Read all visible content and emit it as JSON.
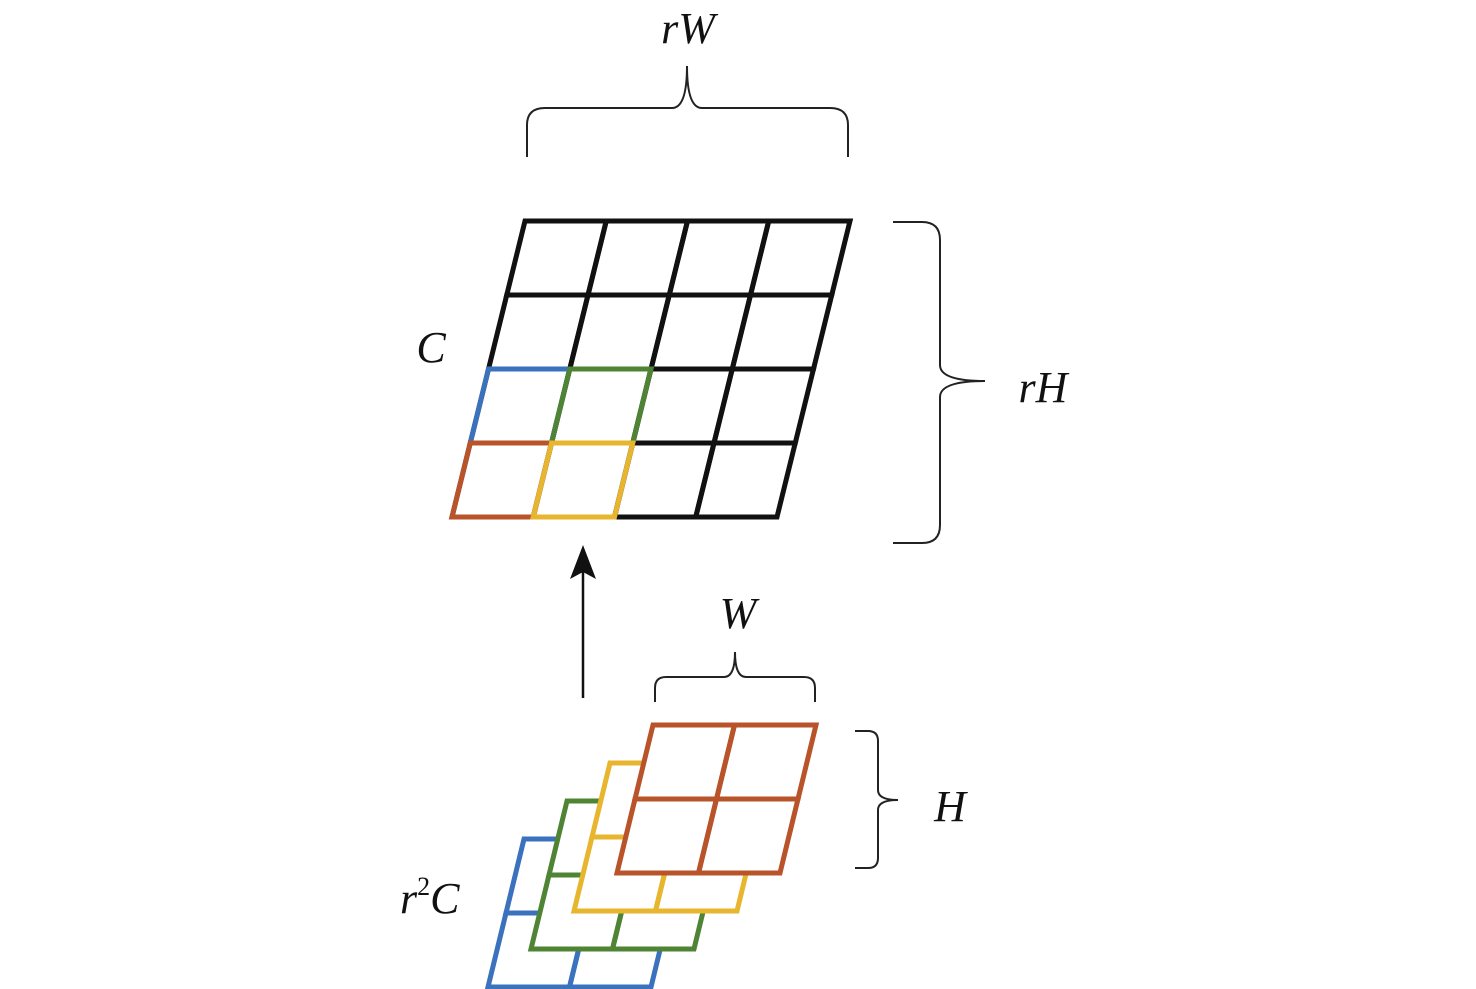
{
  "labels": {
    "output_width": "rW",
    "output_height": "rH",
    "output_channels": "C",
    "input_width": "W",
    "input_height": "H",
    "input_channels_r": "r",
    "input_channels_sup": "2",
    "input_channels_c": "C"
  },
  "colors": {
    "grid": "#111111",
    "blue": "#3a72bd",
    "green": "#4e8433",
    "yellow": "#e8b52e",
    "red": "#b8532a"
  },
  "structure": {
    "output_grid": {
      "rows": 4,
      "cols": 4
    },
    "input_grid": {
      "rows": 2,
      "cols": 2,
      "layers": 4
    }
  }
}
